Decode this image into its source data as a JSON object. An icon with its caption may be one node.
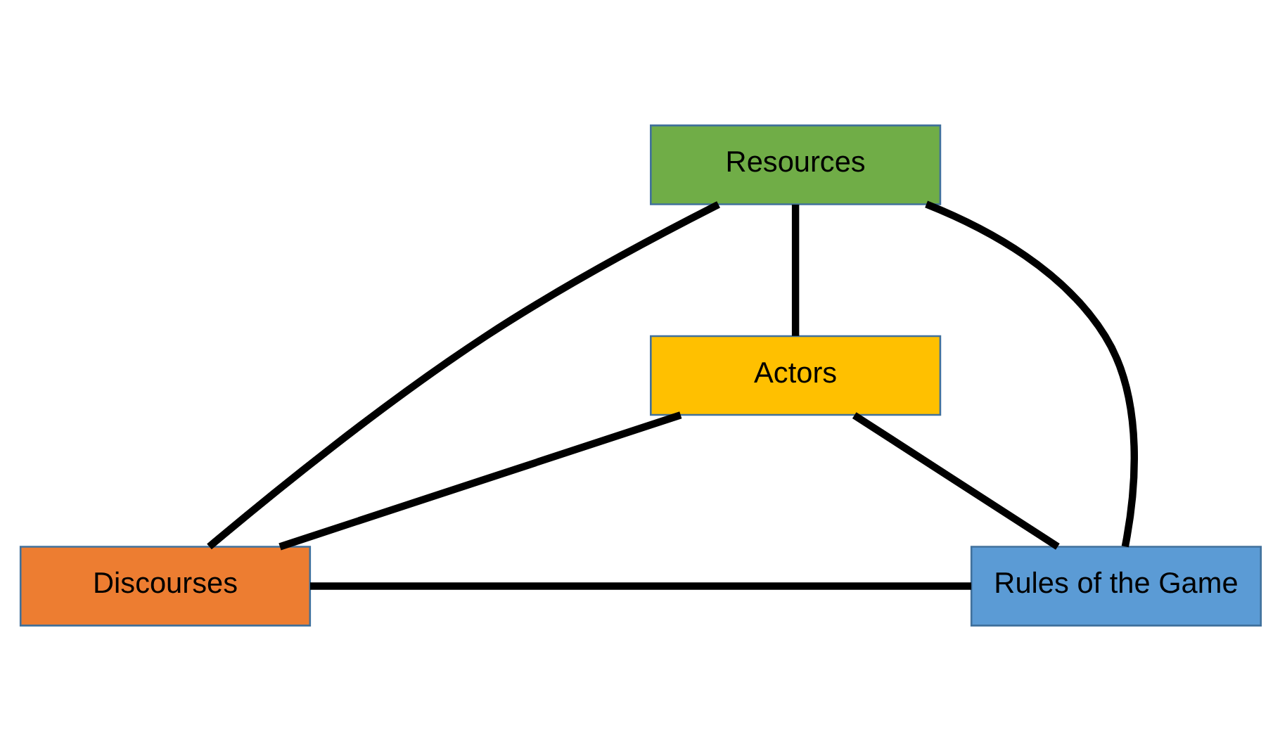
{
  "diagram": {
    "nodes": [
      {
        "text": [
          "Resources"
        ]
      },
      {
        "text": [
          "Actors"
        ]
      },
      {
        "text": [
          "Discourses"
        ]
      },
      {
        "text": [
          "Rules of the Game"
        ]
      }
    ],
    "edges": [
      {
        "from": 0,
        "to": 1,
        "arrow": "none"
      },
      {
        "from": 0,
        "to": 2,
        "arrow": "none"
      },
      {
        "from": 0,
        "to": 3,
        "arrow": "none"
      },
      {
        "from": 1,
        "to": 2,
        "arrow": "none"
      },
      {
        "from": 1,
        "to": 3,
        "arrow": "none"
      },
      {
        "from": 2,
        "to": 3,
        "arrow": "none"
      }
    ]
  }
}
